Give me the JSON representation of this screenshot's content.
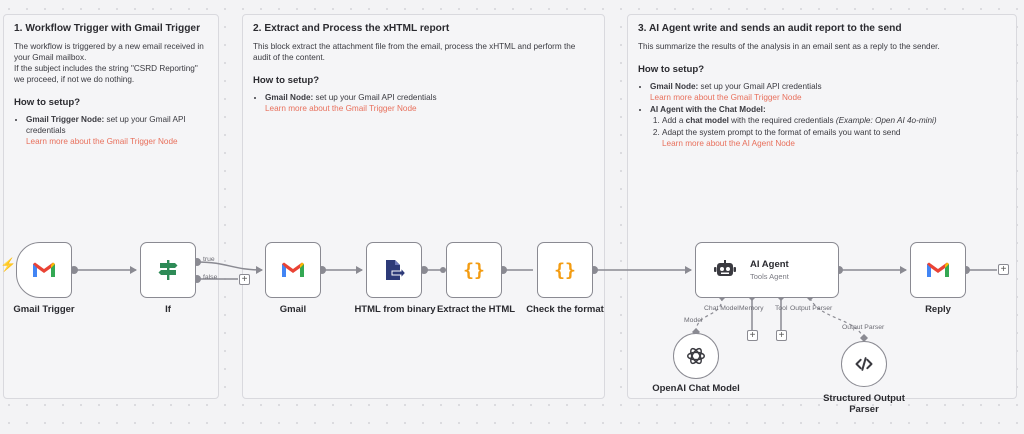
{
  "notes": [
    {
      "title": "1. Workflow Trigger with Gmail Trigger",
      "body": [
        "The workflow is triggered by a new email received in your Gmail mailbox.",
        "If the subject includes the string \"CSRD Reporting\" we proceed, if not we do nothing."
      ],
      "setup_title": "How to setup?",
      "bullets": [
        {
          "bold": "Gmail Trigger Node:",
          "text": " set up your Gmail API credentials",
          "link": "Learn more about the Gmail Trigger Node"
        }
      ]
    },
    {
      "title": "2. Extract and Process the xHTML report",
      "body": [
        "This block extract the attachment file from the email, process the xHTML and perform the audit of the content."
      ],
      "setup_title": "How to setup?",
      "bullets": [
        {
          "bold": "Gmail Node:",
          "text": " set up your Gmail API credentials",
          "link": "Learn more about the Gmail Trigger Node"
        }
      ]
    },
    {
      "title": "3. AI Agent write and sends an audit report to the send",
      "body": [
        "This summarize the results of the analysis in an email sent as a reply to the sender."
      ],
      "setup_title": "How to setup?",
      "bullets": [
        {
          "bold": "Gmail Node:",
          "text": " set up your Gmail API credentials",
          "link": "Learn more about the Gmail Trigger Node"
        },
        {
          "bold": "AI Agent with the Chat Model:",
          "text": ""
        }
      ],
      "steps": [
        {
          "pre": "Add a ",
          "bold": "chat model",
          "text": " with the required credentials ",
          "italic": "(Example: Open AI 4o-mini)"
        },
        {
          "pre": "Adapt the system prompt to the format of emails you want to send",
          "bold": "",
          "text": "",
          "italic": ""
        }
      ],
      "step_link": "Learn more about the AI Agent Node"
    }
  ],
  "nodes": {
    "gmail_trigger": "Gmail Trigger",
    "if": "If",
    "gmail": "Gmail",
    "html_from_binary": "HTML from binary",
    "extract_html": "Extract the HTML",
    "check_format": "Check the format",
    "ai_agent": "AI Agent",
    "ai_agent_sub": "Tools Agent",
    "reply": "Reply",
    "openai_chat_model": "OpenAI Chat Model",
    "structured_output_parser": "Structured Output Parser"
  },
  "ports": {
    "true": "true",
    "false": "false",
    "chat_model": "Chat Model",
    "memory": "Memory",
    "tool": "Tool",
    "output_parser": "Output Parser",
    "model": "Model",
    "output_parser_in": "Output Parser"
  },
  "colors": {
    "gmail_red": "#ea4335",
    "gmail_blue": "#4285f4",
    "gmail_green": "#34a853",
    "gmail_yellow": "#fbbc04",
    "if_green": "#2e8b57",
    "html_navy": "#2d3a78",
    "code_orange": "#f39c12",
    "link": "#e8705c"
  }
}
